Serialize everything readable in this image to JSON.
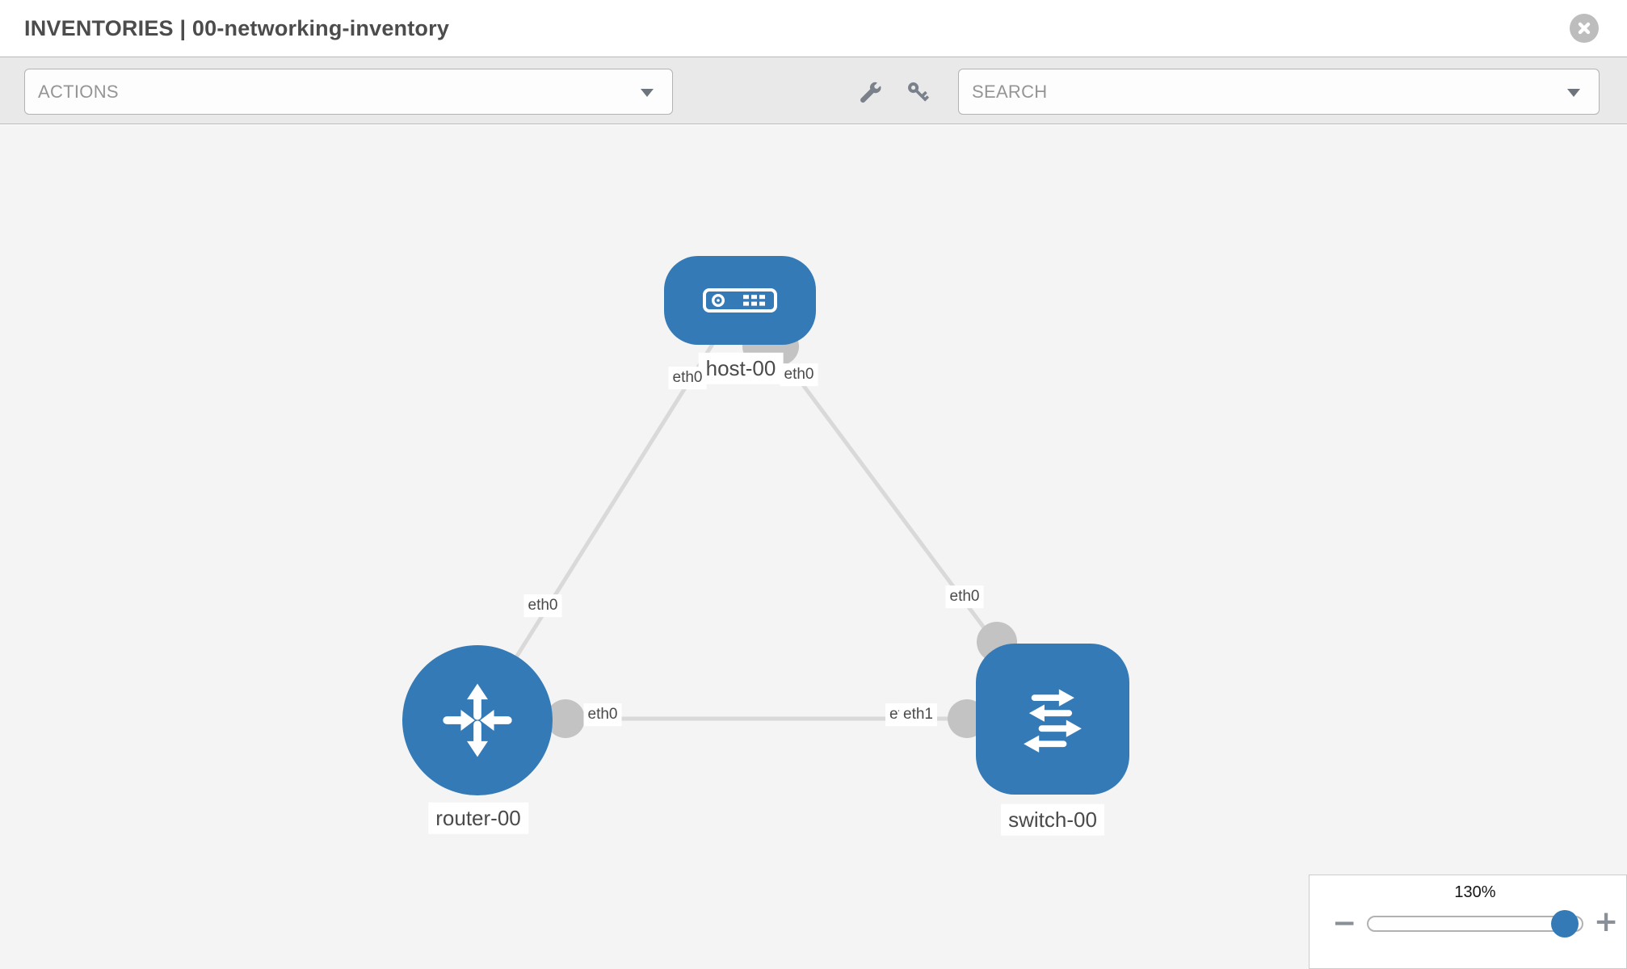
{
  "window": {
    "title": "INVENTORIES | 00-networking-inventory"
  },
  "toolbar": {
    "actions_placeholder": "ACTIONS",
    "search_placeholder": "SEARCH",
    "icons": [
      "wrench-icon",
      "key-icon",
      "chevron-down-icon",
      "close-icon"
    ]
  },
  "topology": {
    "nodes": [
      {
        "id": "host-00",
        "label": "host-00",
        "type": "host",
        "shape": "rounded-rect"
      },
      {
        "id": "router-00",
        "label": "router-00",
        "type": "router",
        "shape": "circle"
      },
      {
        "id": "switch-00",
        "label": "switch-00",
        "type": "switch",
        "shape": "rounded-square"
      }
    ],
    "links": [
      {
        "from": "router-00",
        "from_interface": "eth0",
        "to": "host-00",
        "to_interface": "eth0"
      },
      {
        "from": "switch-00",
        "from_interface": "eth0",
        "to": "host-00",
        "to_interface": "eth0"
      },
      {
        "from": "router-00",
        "from_interface": "eth0",
        "to": "switch-00",
        "to_interface": "eth1"
      }
    ],
    "labels": {
      "host": "host-00",
      "router": "router-00",
      "switch": "switch-00",
      "eth_host_left": "eth0",
      "eth_host_right": "eth0",
      "eth_router_link": "eth0",
      "eth_switch_link": "eth0",
      "eth_mid_router": "eth0",
      "eth_mid_switch_rear": "eth0",
      "eth_mid_switch_front": "eth1"
    },
    "colors": {
      "node_blue": "#337ab7",
      "link_gray": "#d9d9d9",
      "port_gray": "#c3c3c3",
      "canvas_gray": "#f4f4f4"
    }
  },
  "zoom_control": {
    "percent": "130%",
    "minus": "−",
    "plus": "+"
  }
}
